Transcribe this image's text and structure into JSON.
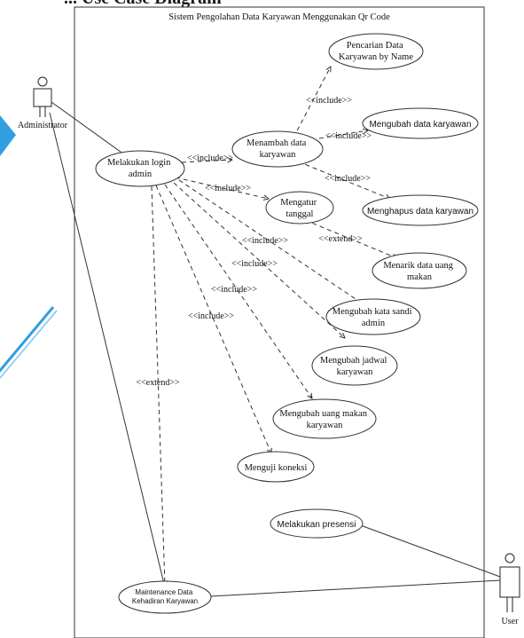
{
  "system": {
    "title": "Sistem Pengolahan Data Karyawan Menggunakan Qr Code"
  },
  "header_fragment": "... Use Case Diagram",
  "actors": {
    "administrator": {
      "label": "Administrator"
    },
    "user": {
      "label": "User"
    }
  },
  "use_cases": {
    "login": [
      "Melakukan login",
      "admin"
    ],
    "tambah": [
      "Menambah data",
      "karyawan"
    ],
    "pencarian": [
      "Pencarian Data",
      "Karyawan by Name"
    ],
    "ubah_data": [
      "Mengubah data karyawan"
    ],
    "hapus": [
      "Menghapus data karyawan"
    ],
    "atur_tanggal": [
      "Mengatur",
      "tanggal"
    ],
    "menarik": [
      "Menarik data uang",
      "makan"
    ],
    "ubah_sandi": [
      "Mengubah kata sandi",
      "admin"
    ],
    "ubah_jadwal": [
      "Mengubah jadwal",
      "karyawan"
    ],
    "ubah_uang": [
      "Mengubah uang makan",
      "karyawan"
    ],
    "uji": [
      "Menguji koneksi"
    ],
    "presensi": [
      "Melakukan presensi"
    ],
    "maintenance": [
      "Maintenance Data",
      "Kehadiran Karyawan"
    ]
  },
  "relation_labels": {
    "include": "<<include>>",
    "extend": "<<extend>>"
  },
  "colors": {
    "line": "#222222",
    "accent_blue": "#2f9fe0"
  }
}
